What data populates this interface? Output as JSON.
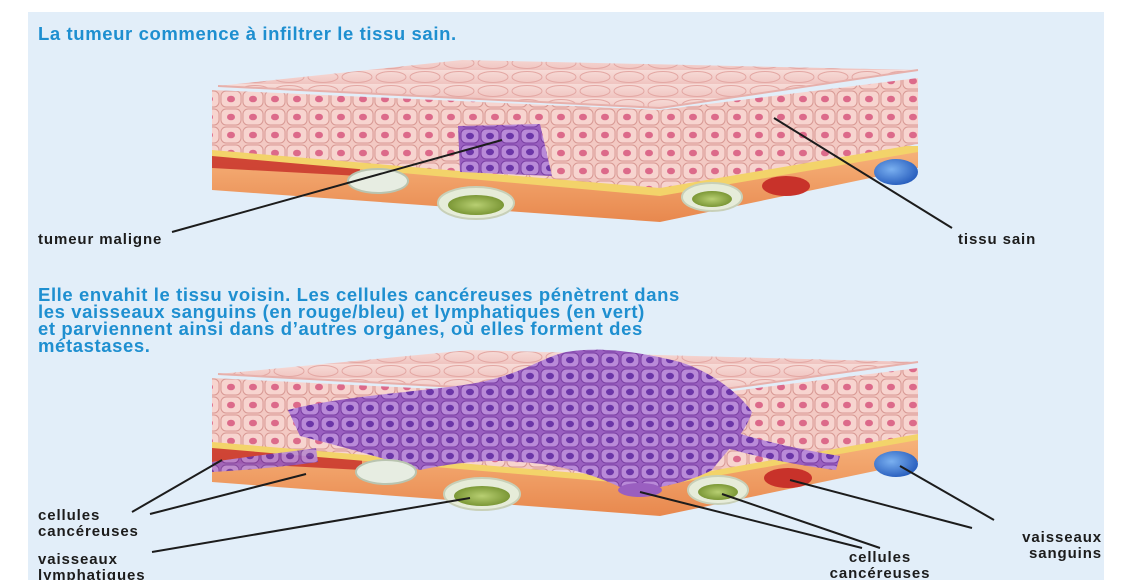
{
  "stage1": {
    "caption": "La tumeur commence à infiltrer le tissu sain.",
    "labels": {
      "malignant_tumor": "tumeur maligne",
      "healthy_tissue": "tissu sain"
    }
  },
  "stage2": {
    "caption_lines": [
      "Elle envahit le tissu voisin. Les cellules cancéreuses pénètrent dans",
      "les vaisseaux sanguins (en rouge/bleu) et lymphatiques (en vert)",
      "et parviennent ainsi dans d’autres organes, où elles forment des",
      "métastases."
    ],
    "labels": {
      "cancer_cells_left": [
        "cellules",
        "cancéreuses"
      ],
      "lymph_vessels": [
        "vaisseaux",
        "lymphatiques"
      ],
      "cancer_cells_right": [
        "cellules",
        "cancéreuses"
      ],
      "blood_vessels": [
        "vaisseaux",
        "sanguins"
      ]
    }
  },
  "colors": {
    "background": "#e2eef9",
    "caption_text": "#1e8fd0",
    "label_text": "#1c1c1c",
    "skin_cells": "#f4c3bf",
    "tumor_cells": "#a86fc4",
    "tissue_base": "#f0a366",
    "lymph_vessel": "#8ea84a",
    "blood_vessel_red": "#c8322a",
    "blood_vessel_blue": "#2f6fd0"
  }
}
